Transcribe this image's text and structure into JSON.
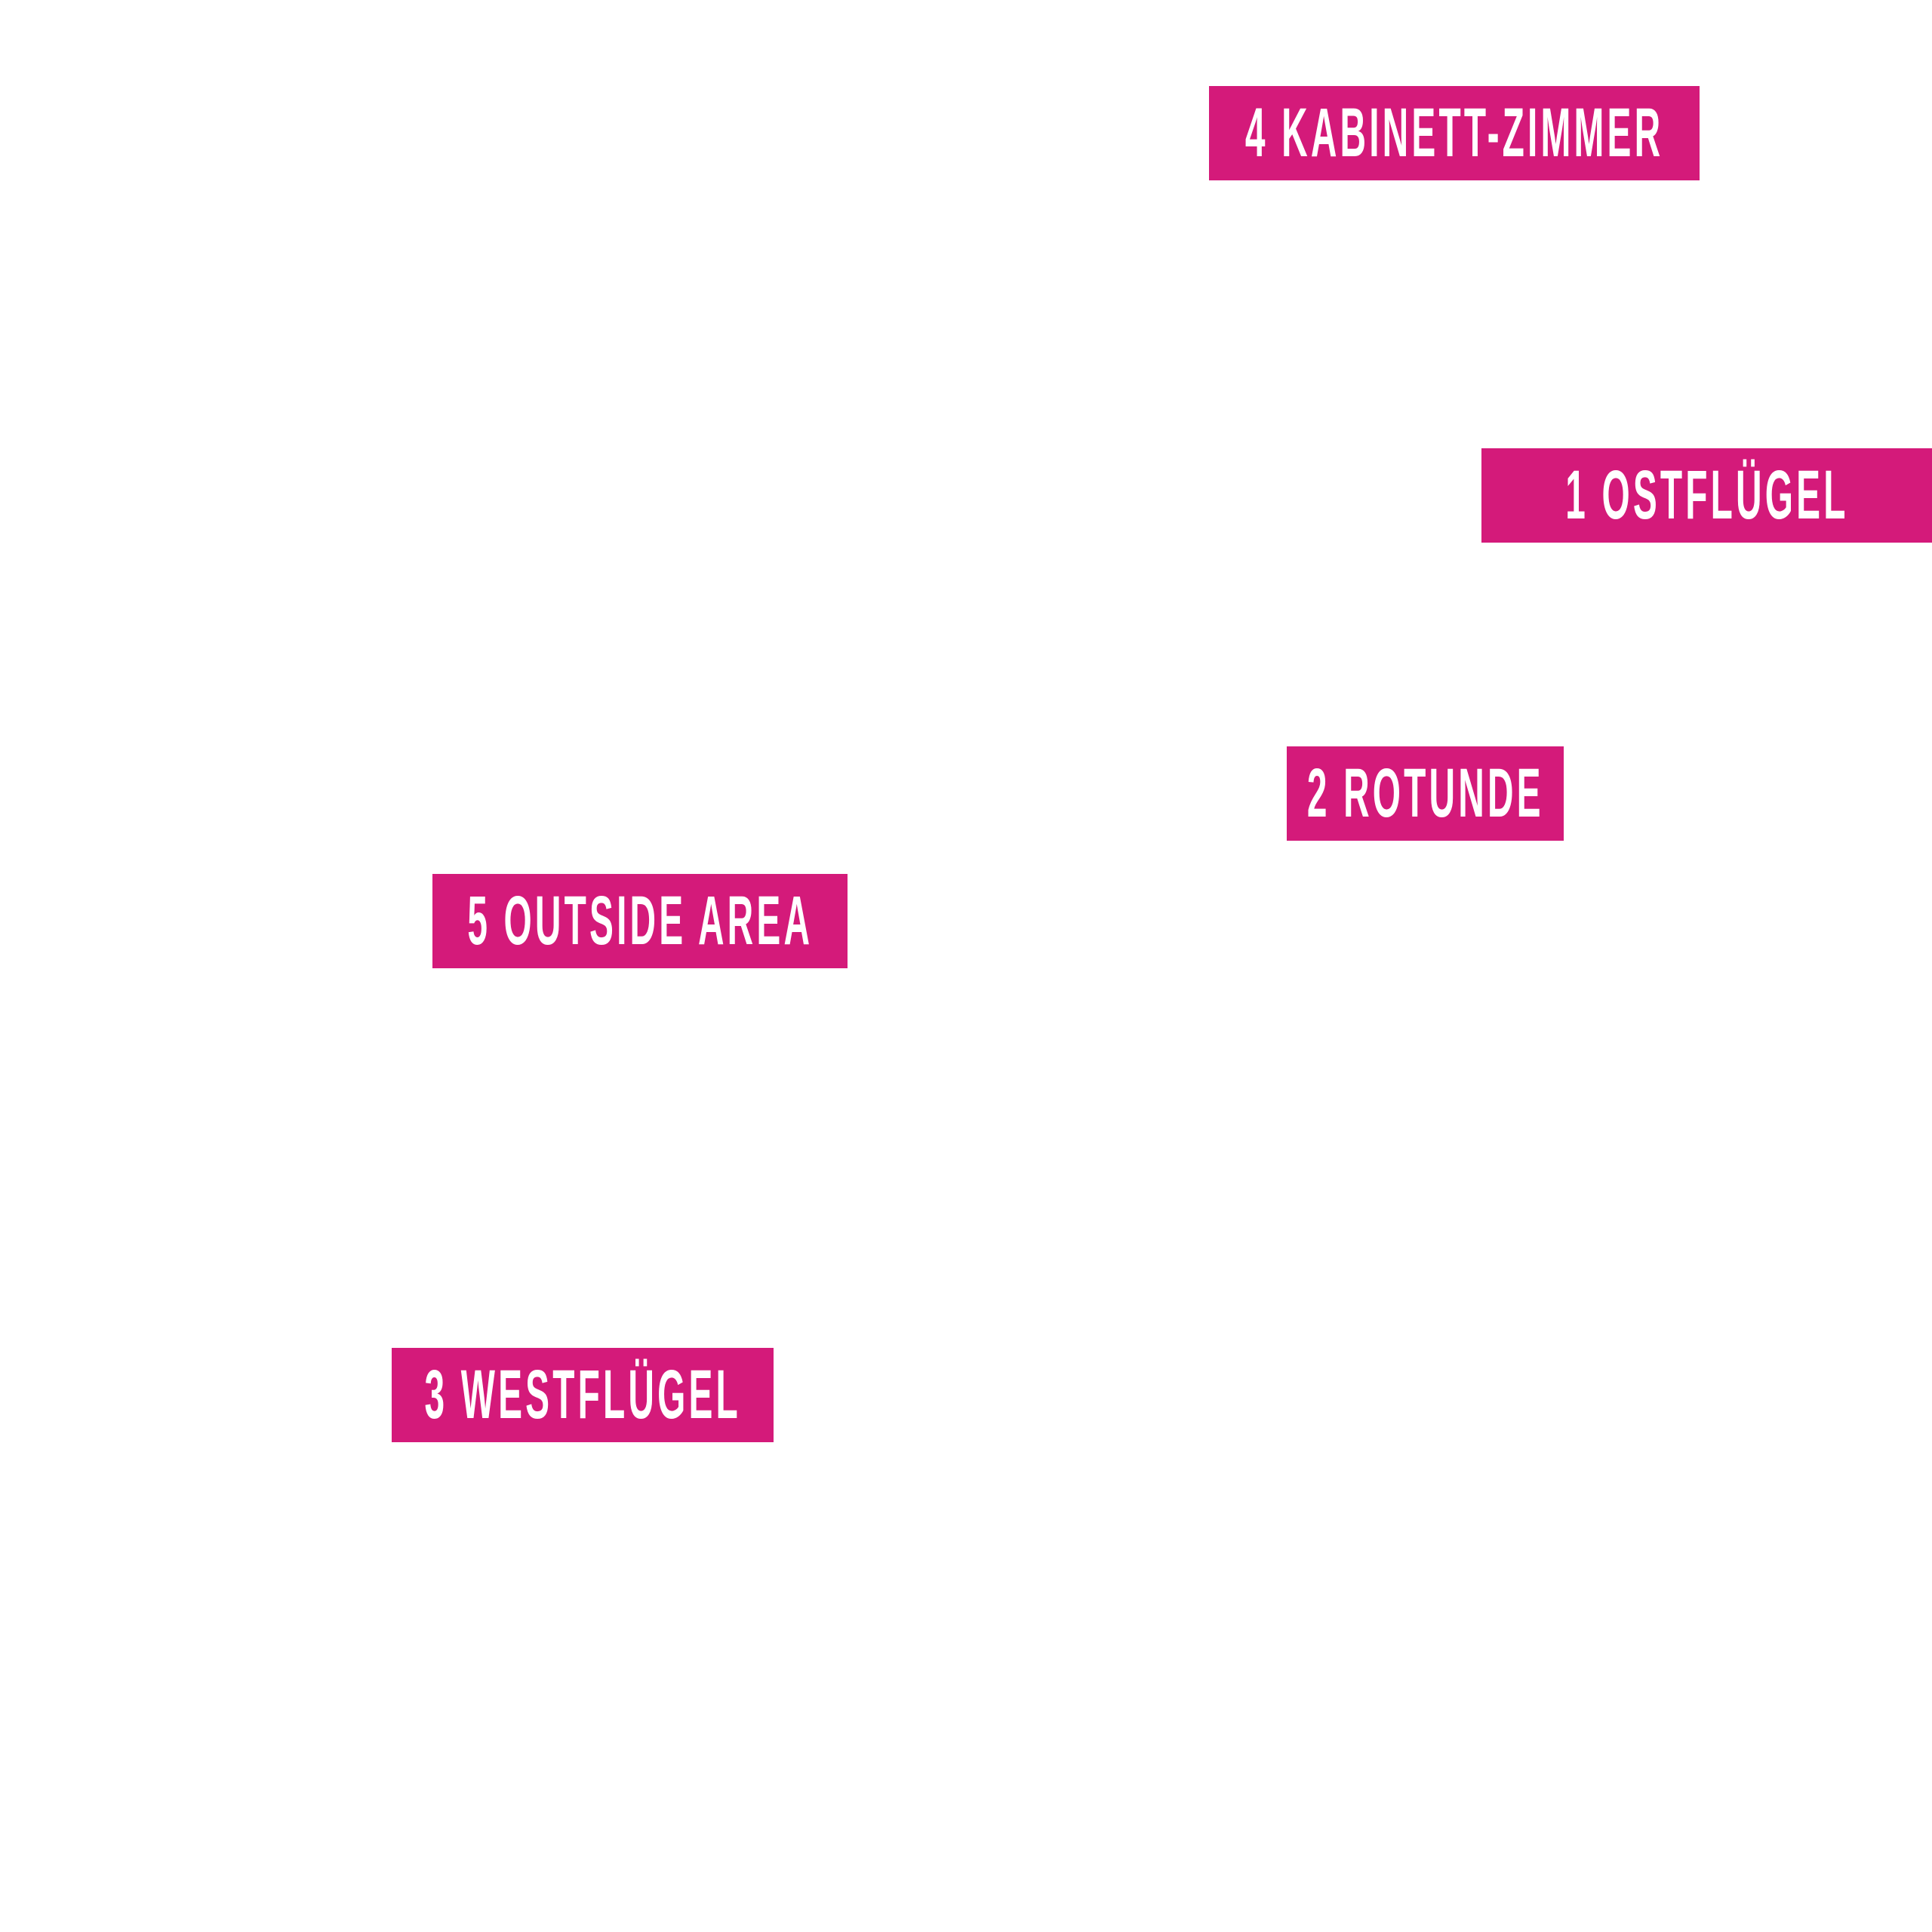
{
  "accent_color": "#d41a7a",
  "labels": [
    {
      "text": "4 Kabinett-Zimmer"
    },
    {
      "text": "1 Ostflügel"
    },
    {
      "text": "2 Rotunde"
    },
    {
      "text": "5 Outside Area"
    },
    {
      "text": "3 Westflügel"
    }
  ]
}
